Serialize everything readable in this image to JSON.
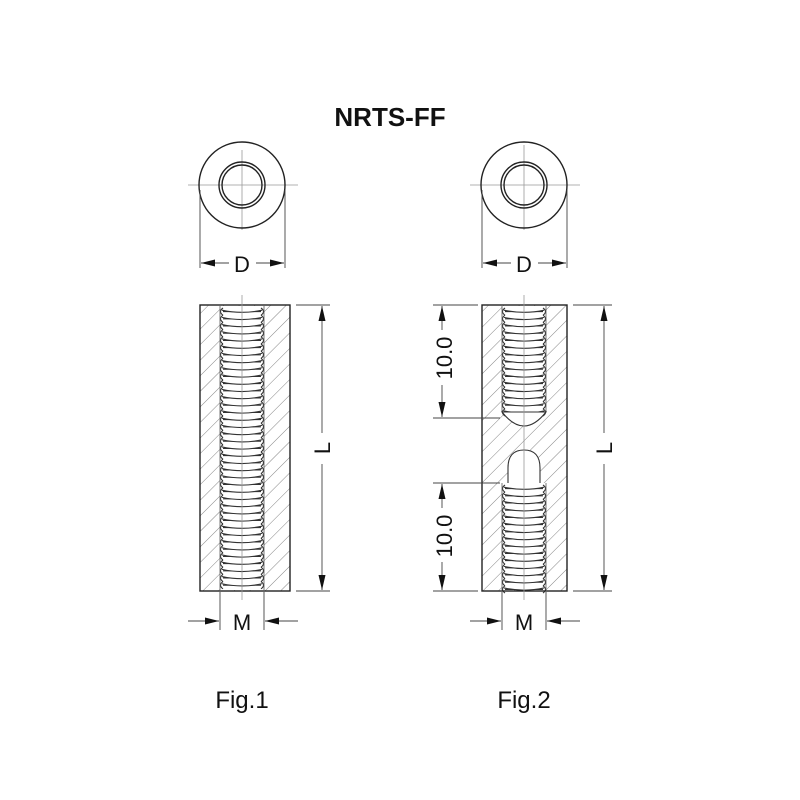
{
  "title": "NRTS-FF",
  "figures": [
    {
      "id": "fig1",
      "caption": "Fig.1",
      "variant": "through-thread",
      "labels": {
        "diameter": "D",
        "length": "L",
        "thread": "M"
      }
    },
    {
      "id": "fig2",
      "caption": "Fig.2",
      "variant": "blind-thread-both-ends",
      "labels": {
        "diameter": "D",
        "length": "L",
        "thread": "M",
        "thread_depth_top": "10.0",
        "thread_depth_bottom": "10.0"
      }
    }
  ],
  "colors": {
    "line": "#222222",
    "hatch": "#666666",
    "centerline": "#999999",
    "background": "#ffffff"
  }
}
